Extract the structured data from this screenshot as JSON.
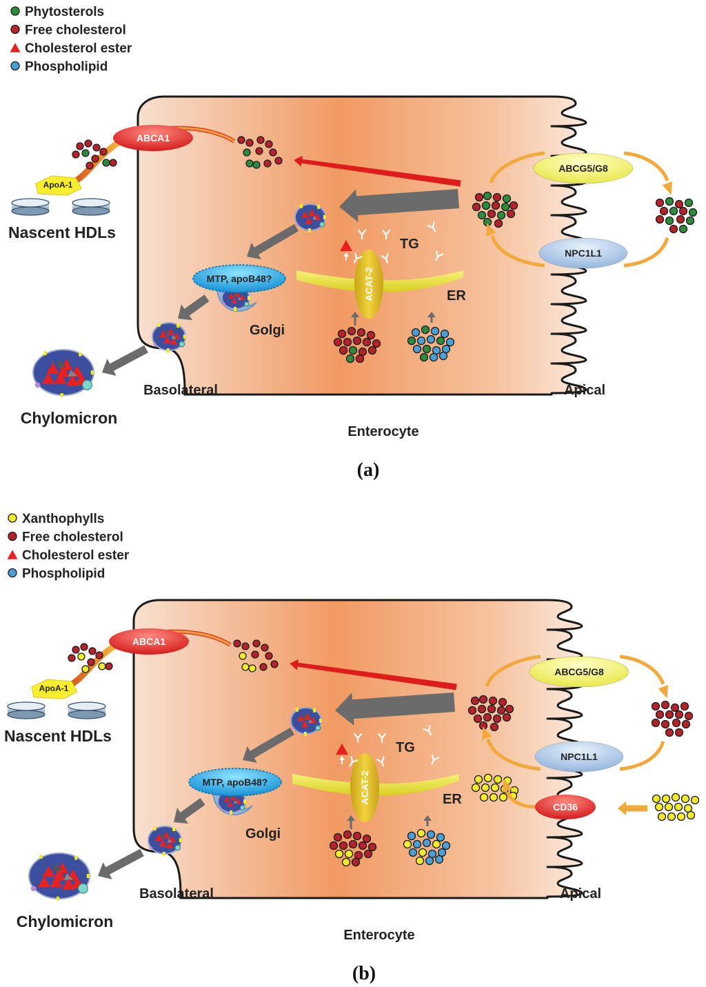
{
  "colors": {
    "phytosterol": "#2e8b3e",
    "free_cholesterol": "#b3232b",
    "cholesterol_ester": "#e8201f",
    "phospholipid": "#4a9fd6",
    "xanthophyll": "#f2ec2a",
    "cell_left": "#f6d7c2",
    "cell_mid": "#f29b63",
    "arrow_gray": "#6b6b6b",
    "arrow_red": "#e01b1b",
    "arrow_orange": "#f2a93b",
    "chylo_blue": "#3c4f9e"
  },
  "panel_a": {
    "legend": [
      "Phytosterols",
      "Free cholesterol",
      "Cholesterol ester",
      "Phospholipid"
    ],
    "abca1": "ABCA1",
    "apoa1": "ApoA-1",
    "nascent_hdls": "Nascent HDLs",
    "abcg5g8": "ABCG5/G8",
    "npc1l1": "NPC1L1",
    "mtp": "MTP, apoB48?",
    "acat2": "ACAT-2",
    "tg": "TG",
    "er": "ER",
    "golgi": "Golgi",
    "basolateral": "Basolateral",
    "apical": "Apical",
    "chylomicron": "Chylomicron",
    "enterocyte": "Enterocyte",
    "caption": "(a)"
  },
  "panel_b": {
    "legend": [
      "Xanthophylls",
      "Free cholesterol",
      "Cholesterol ester",
      "Phospholipid"
    ],
    "abca1": "ABCA1",
    "apoa1": "ApoA-1",
    "nascent_hdls": "Nascent HDLs",
    "abcg5g8": "ABCG5/G8",
    "npc1l1": "NPC1L1",
    "cd36": "CD36",
    "mtp": "MTP, apoB48?",
    "acat2": "ACAT-2",
    "tg": "TG",
    "er": "ER",
    "golgi": "Golgi",
    "basolateral": "Basolateral",
    "apical": "Apical",
    "chylomicron": "Chylomicron",
    "enterocyte": "Enterocyte",
    "caption": "(b)"
  }
}
